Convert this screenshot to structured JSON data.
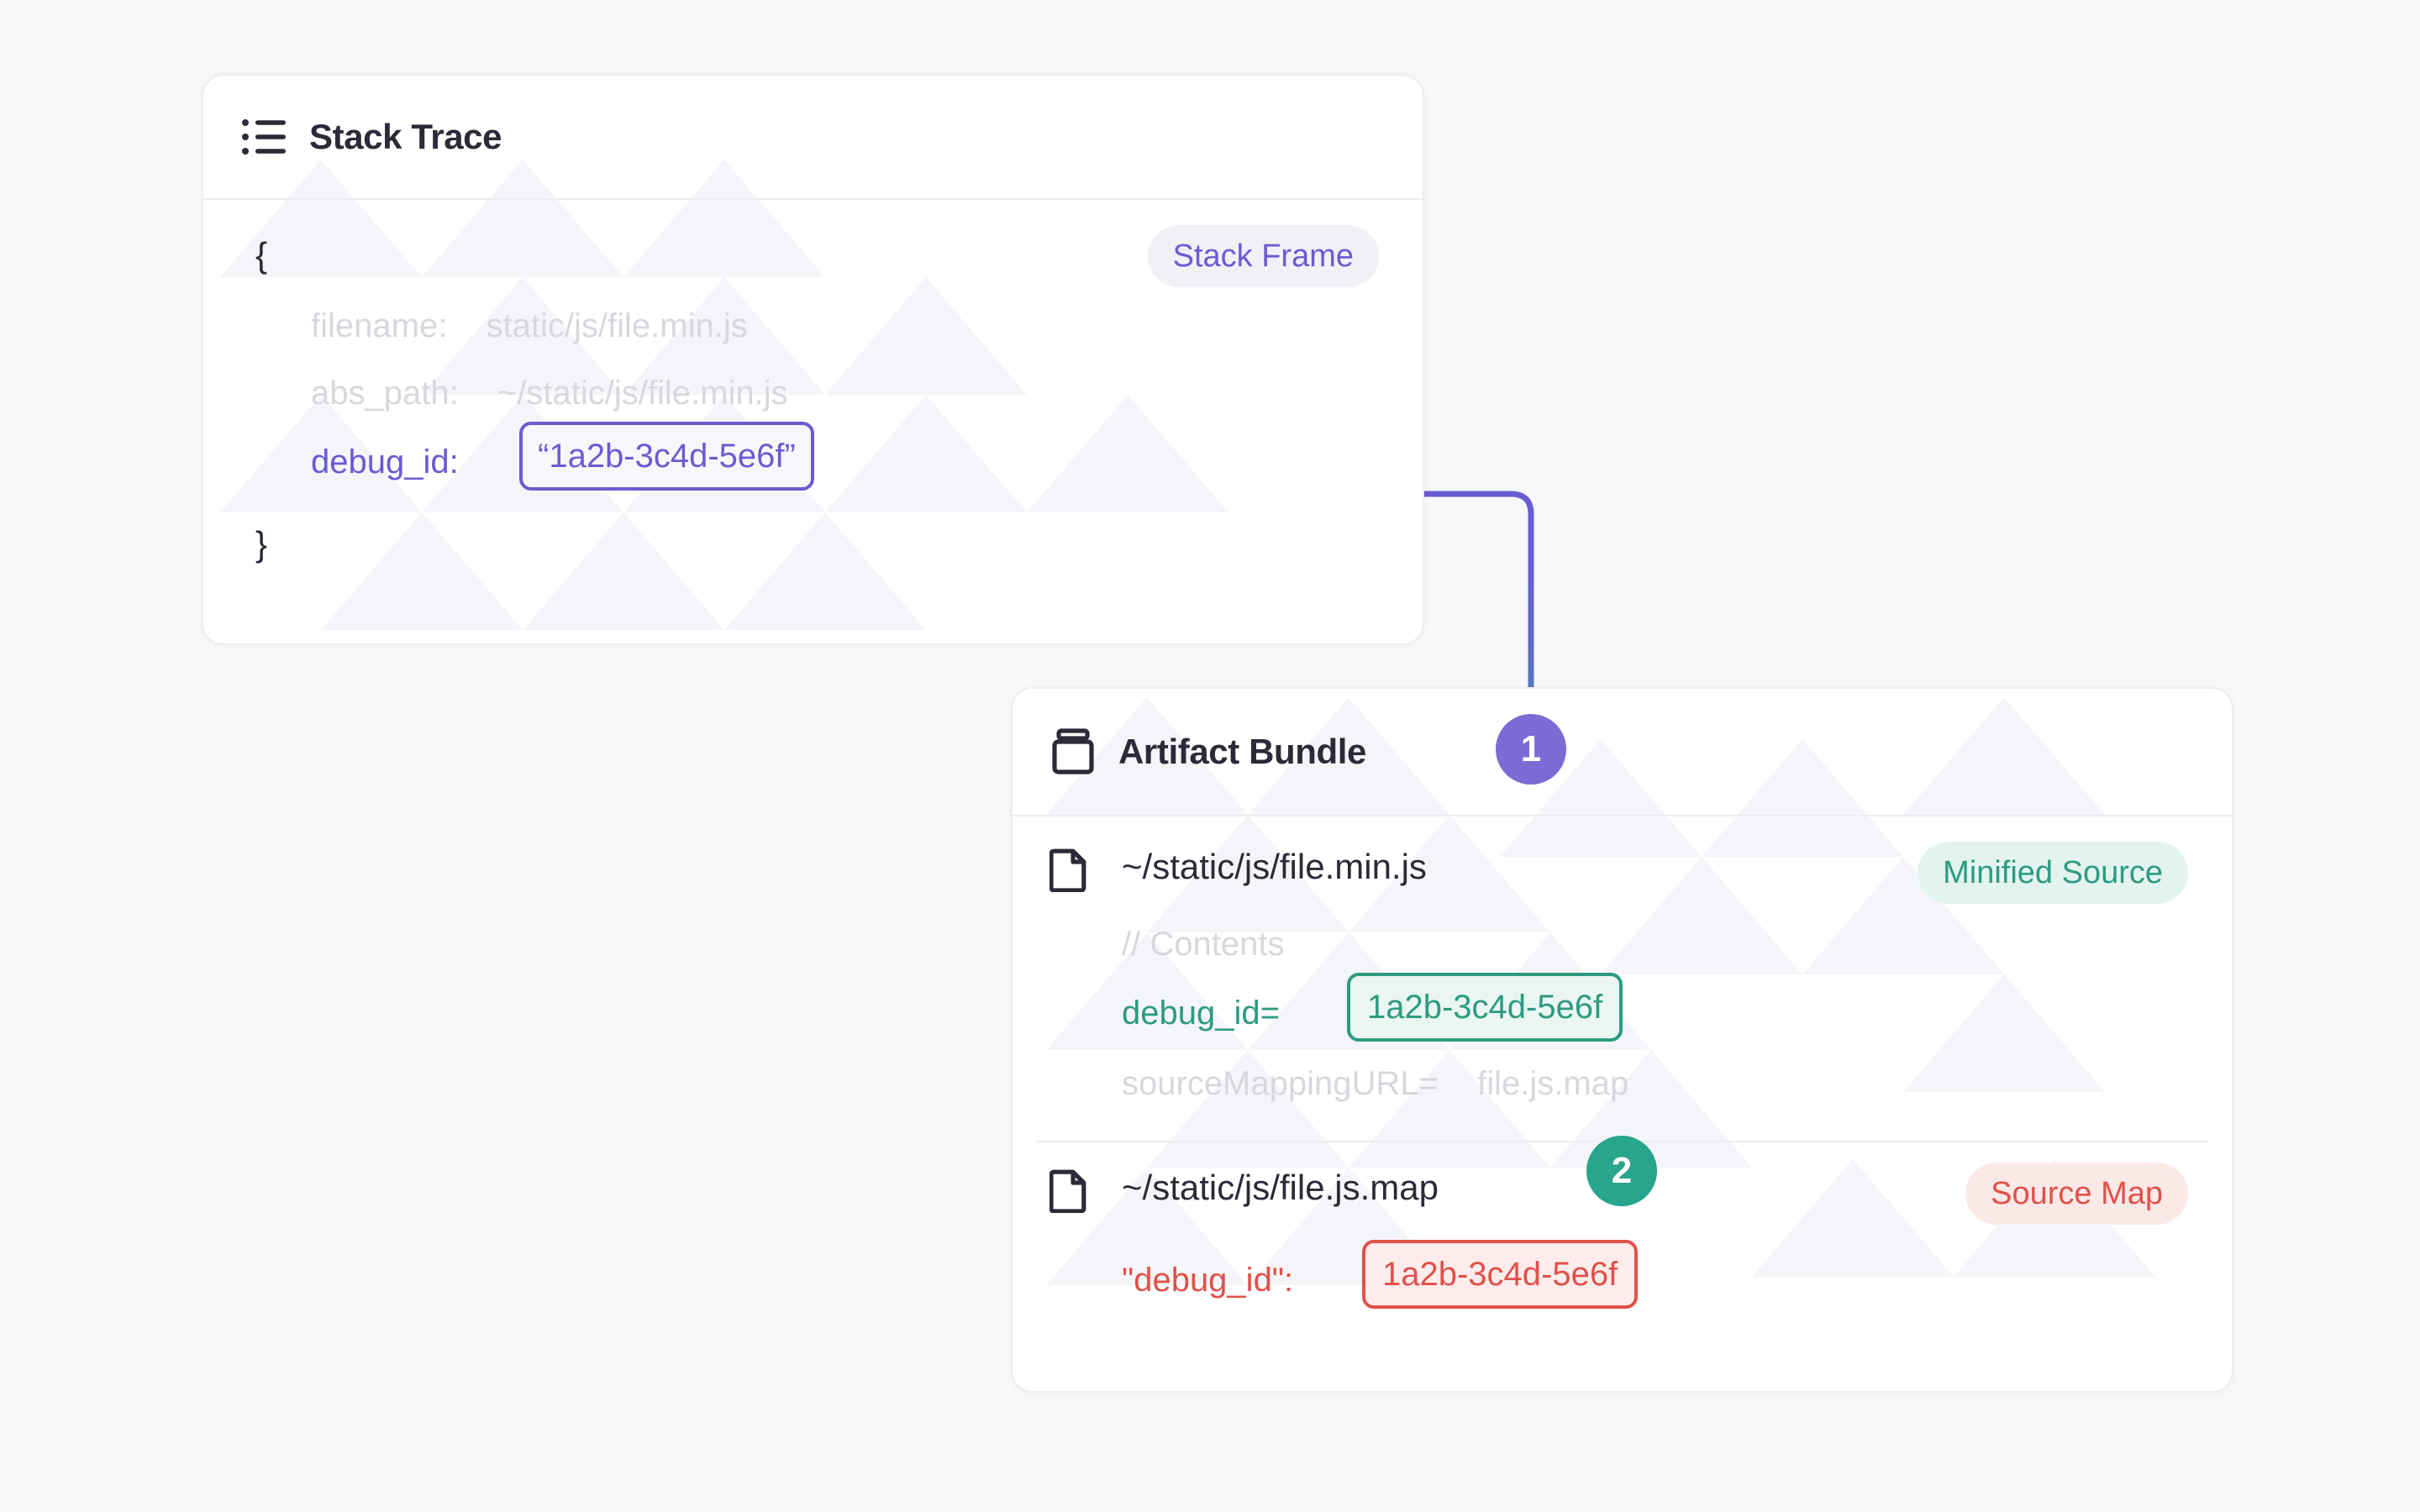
{
  "theme": {
    "page_bg": "#f7f8fa",
    "card_bg": "#ffffff",
    "card_border": "#ededf0",
    "text": "#2b2b38",
    "muted": "#d6d8dd",
    "purple": "#6b5bd2",
    "purple_badge": "#7b6bd4",
    "green": "#2d9b7f",
    "green_badge": "#27a58d",
    "red": "#e0514a"
  },
  "stack_trace": {
    "icon": "list-icon",
    "title": "Stack Trace",
    "badge": "Stack Frame",
    "open_brace": "{",
    "close_brace": "}",
    "fields": [
      {
        "key": "filename:",
        "value": "static/js/file.min.js"
      },
      {
        "key": "abs_path:",
        "value": "~/static/js/file.min.js"
      }
    ],
    "debug_id_key": "debug_id:",
    "debug_id_value": "“1a2b-3c4d-5e6f”"
  },
  "artifact_bundle": {
    "icon": "box-icon",
    "title": "Artifact Bundle",
    "files": [
      {
        "icon": "file-icon",
        "name": "~/static/js/file.min.js",
        "badge": "Minified Source",
        "badge_kind": "minified",
        "lines": [
          {
            "text": "// Contents",
            "style": "muted"
          }
        ],
        "debug_id_key": "debug_id=",
        "debug_id_value": "1a2b-3c4d-5e6f",
        "trailing": {
          "key": "sourceMappingURL=",
          "value": "file.js.map"
        }
      },
      {
        "icon": "file-icon",
        "name": "~/static/js/file.js.map",
        "badge": "Source Map",
        "badge_kind": "sourcemap",
        "debug_id_key": "\"debug_id\":",
        "debug_id_value": "1a2b-3c4d-5e6f"
      }
    ]
  },
  "steps": [
    {
      "label": "1",
      "color": "#7b6bd4"
    },
    {
      "label": "2",
      "color": "#27a58d"
    }
  ]
}
